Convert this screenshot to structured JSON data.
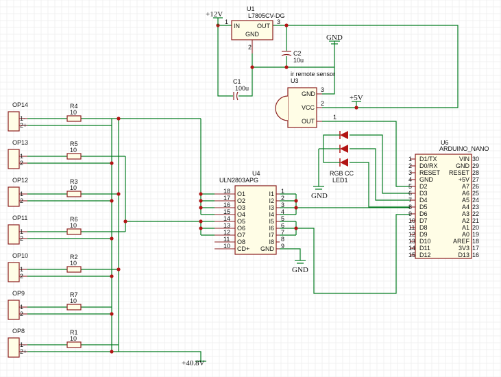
{
  "regulator": {
    "ref": "U1",
    "value": "L7805CV-DG",
    "pin_in": "IN",
    "pin_out": "OUT",
    "pin_gnd": "GND",
    "n1": "1",
    "n2": "2",
    "n3": "3"
  },
  "power": {
    "v12": "+12V",
    "v5": "+5V",
    "v408": "+40.8V",
    "gnd": "GND"
  },
  "caps": [
    {
      "ref": "C1",
      "value": "100u"
    },
    {
      "ref": "C2",
      "value": "10u"
    }
  ],
  "sensor": {
    "desc": "ir remote sensor",
    "ref": "U3",
    "pins": [
      "GND",
      "VCC",
      "OUT"
    ],
    "nums": [
      "3",
      "2",
      "1"
    ]
  },
  "led": {
    "value": "RGB CC",
    "ref": "LED1"
  },
  "driver": {
    "ref": "U4",
    "value": "ULN2803APG",
    "left_pins": [
      {
        "num": "18",
        "name": "O1"
      },
      {
        "num": "17",
        "name": "O2"
      },
      {
        "num": "16",
        "name": "O3"
      },
      {
        "num": "15",
        "name": "O4"
      },
      {
        "num": "14",
        "name": "O5"
      },
      {
        "num": "13",
        "name": "O6"
      },
      {
        "num": "12",
        "name": "O7"
      },
      {
        "num": "11",
        "name": "O8"
      },
      {
        "num": "10",
        "name": "CD+"
      }
    ],
    "right_pins": [
      {
        "num": "1",
        "name": "I1"
      },
      {
        "num": "2",
        "name": "I2"
      },
      {
        "num": "3",
        "name": "I3"
      },
      {
        "num": "4",
        "name": "I4"
      },
      {
        "num": "5",
        "name": "I5"
      },
      {
        "num": "6",
        "name": "I6"
      },
      {
        "num": "7",
        "name": "I7"
      },
      {
        "num": "8",
        "name": "I8"
      },
      {
        "num": "9",
        "name": "GND"
      }
    ]
  },
  "arduino": {
    "ref": "U6",
    "value": "ARDUINO_NANO",
    "left_pins": [
      {
        "num": "1",
        "name": "D1/TX"
      },
      {
        "num": "2",
        "name": "D0/RX"
      },
      {
        "num": "3",
        "name": "RESET"
      },
      {
        "num": "4",
        "name": "GND"
      },
      {
        "num": "5",
        "name": "D2"
      },
      {
        "num": "6",
        "name": "D3"
      },
      {
        "num": "7",
        "name": "D4"
      },
      {
        "num": "8",
        "name": "D5"
      },
      {
        "num": "9",
        "name": "D6"
      },
      {
        "num": "10",
        "name": "D7"
      },
      {
        "num": "11",
        "name": "D8"
      },
      {
        "num": "12",
        "name": "D9"
      },
      {
        "num": "13",
        "name": "D10"
      },
      {
        "num": "14",
        "name": "D11"
      },
      {
        "num": "15",
        "name": "D12"
      }
    ],
    "right_pins": [
      {
        "num": "30",
        "name": "VIN"
      },
      {
        "num": "29",
        "name": "GND"
      },
      {
        "num": "28",
        "name": "RESET"
      },
      {
        "num": "27",
        "name": "+5V"
      },
      {
        "num": "26",
        "name": "A7"
      },
      {
        "num": "25",
        "name": "A6"
      },
      {
        "num": "24",
        "name": "A5"
      },
      {
        "num": "23",
        "name": "A4"
      },
      {
        "num": "22",
        "name": "A3"
      },
      {
        "num": "21",
        "name": "A2"
      },
      {
        "num": "20",
        "name": "A1"
      },
      {
        "num": "19",
        "name": "A0"
      },
      {
        "num": "18",
        "name": "AREF"
      },
      {
        "num": "17",
        "name": "3V3"
      },
      {
        "num": "16",
        "name": "D13"
      }
    ]
  },
  "outputs": [
    {
      "conn": "OP14",
      "pin1": "1-",
      "pin2": "2+",
      "res": "R4",
      "rval": "10"
    },
    {
      "conn": "OP13",
      "pin1": "1",
      "pin2": "2",
      "res": "R5",
      "rval": "10"
    },
    {
      "conn": "OP12",
      "pin1": "1",
      "pin2": "2",
      "res": "R3",
      "rval": "10"
    },
    {
      "conn": "OP11",
      "pin1": "1",
      "pin2": "2",
      "res": "R6",
      "rval": "10"
    },
    {
      "conn": "OP10",
      "pin1": "1",
      "pin2": "2",
      "res": "R2",
      "rval": "10"
    },
    {
      "conn": "OP9",
      "pin1": "1",
      "pin2": "2",
      "res": "R7",
      "rval": "10"
    },
    {
      "conn": "OP8",
      "pin1": "1-",
      "pin2": "2+",
      "res": "R1",
      "rval": "10"
    }
  ]
}
